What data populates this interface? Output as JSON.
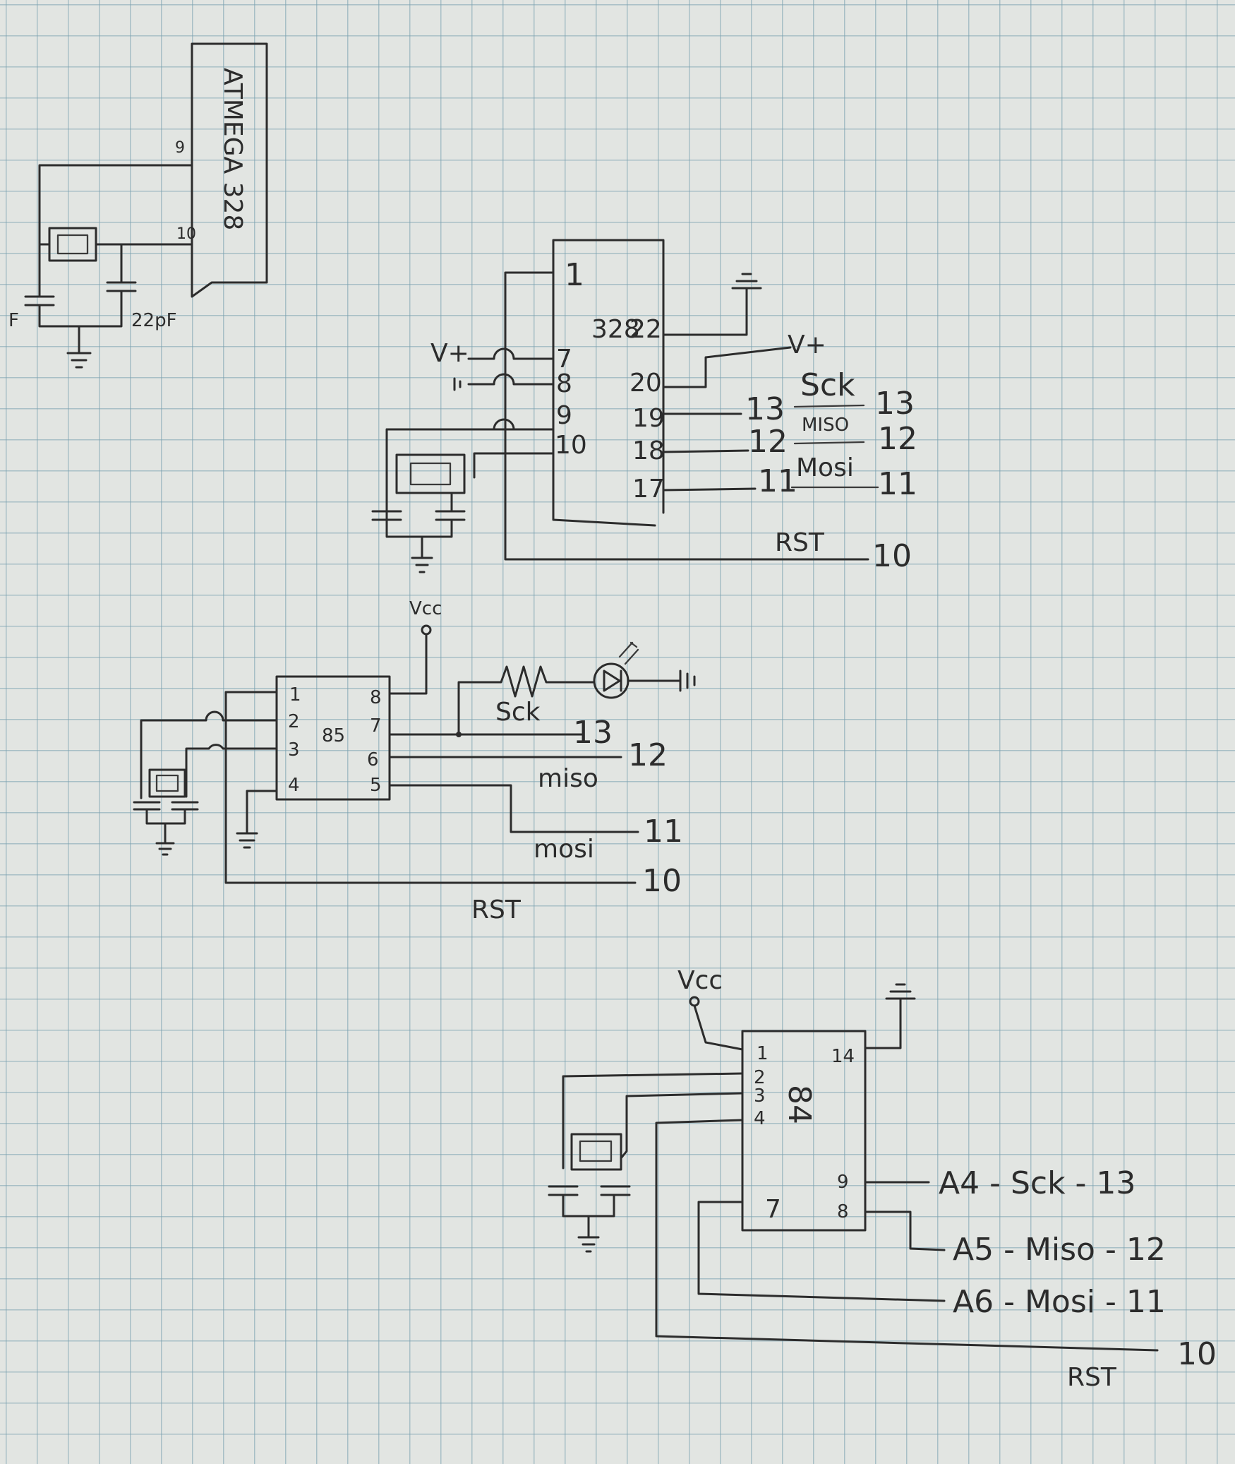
{
  "colors": {
    "paper": "#e2e5e2",
    "grid": "#7aa0af",
    "ink": "#2c2c2c"
  },
  "sketch1": {
    "chip": "ATMEGA 328",
    "pin_a": "9",
    "pin_b": "10",
    "cap_left": "F",
    "cap_right": "22pF"
  },
  "sketch2": {
    "chip": "328",
    "vplus_left": "V+",
    "vplus_right": "V+",
    "left_pins": [
      "1",
      "7",
      "8",
      "9",
      "10"
    ],
    "right_pins": [
      "22",
      "20",
      "19",
      "18",
      "17"
    ],
    "nets": [
      {
        "label": "Sck",
        "num_a": "13",
        "num_b": "13"
      },
      {
        "label": "MISO",
        "num_a": "12",
        "num_b": "12"
      },
      {
        "label": "Mosi",
        "num_a": "11",
        "num_b": "11"
      }
    ],
    "rst_label": "RST",
    "rst_num": "10"
  },
  "sketch3": {
    "chip": "85",
    "vcc": "Vcc",
    "left_pins": [
      "1",
      "2",
      "3",
      "4"
    ],
    "right_pins": [
      "8",
      "7",
      "6",
      "5"
    ],
    "sck_label": "Sck",
    "sck_num": "13",
    "miso_label": "miso",
    "miso_num": "12",
    "mosi_label": "mosi",
    "mosi_num": "11",
    "rst_label": "RST",
    "rst_num": "10"
  },
  "sketch4": {
    "chip": "84",
    "vcc": "Vcc",
    "left_pins": [
      "1",
      "2",
      "3",
      "4",
      "7"
    ],
    "right_pins": [
      "14",
      "9",
      "8"
    ],
    "nets": [
      {
        "text": "A4 - Sck - 13"
      },
      {
        "text": "A5 - Miso - 12"
      },
      {
        "text": "A6 - Mosi - 11"
      }
    ],
    "rst_num": "10",
    "rst_label": "RST"
  }
}
